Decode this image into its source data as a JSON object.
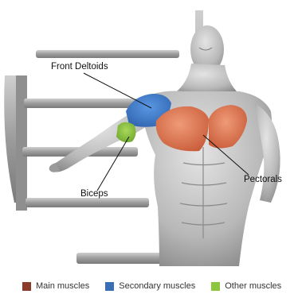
{
  "labels": {
    "front_deltoids": "Front Deltoids",
    "biceps": "Biceps",
    "pectorals": "Pectorals"
  },
  "legend": [
    {
      "label": "Main muscles",
      "color": "#8b3a2b"
    },
    {
      "label": "Secondary muscles",
      "color": "#3a6fb6"
    },
    {
      "label": "Other muscles",
      "color": "#8cc63f"
    }
  ],
  "colors": {
    "main": "#d9734f",
    "secondary": "#3f7fd0",
    "other": "#8cc63f",
    "body": "#b9b9b9",
    "rack": "#a7a7a7"
  }
}
